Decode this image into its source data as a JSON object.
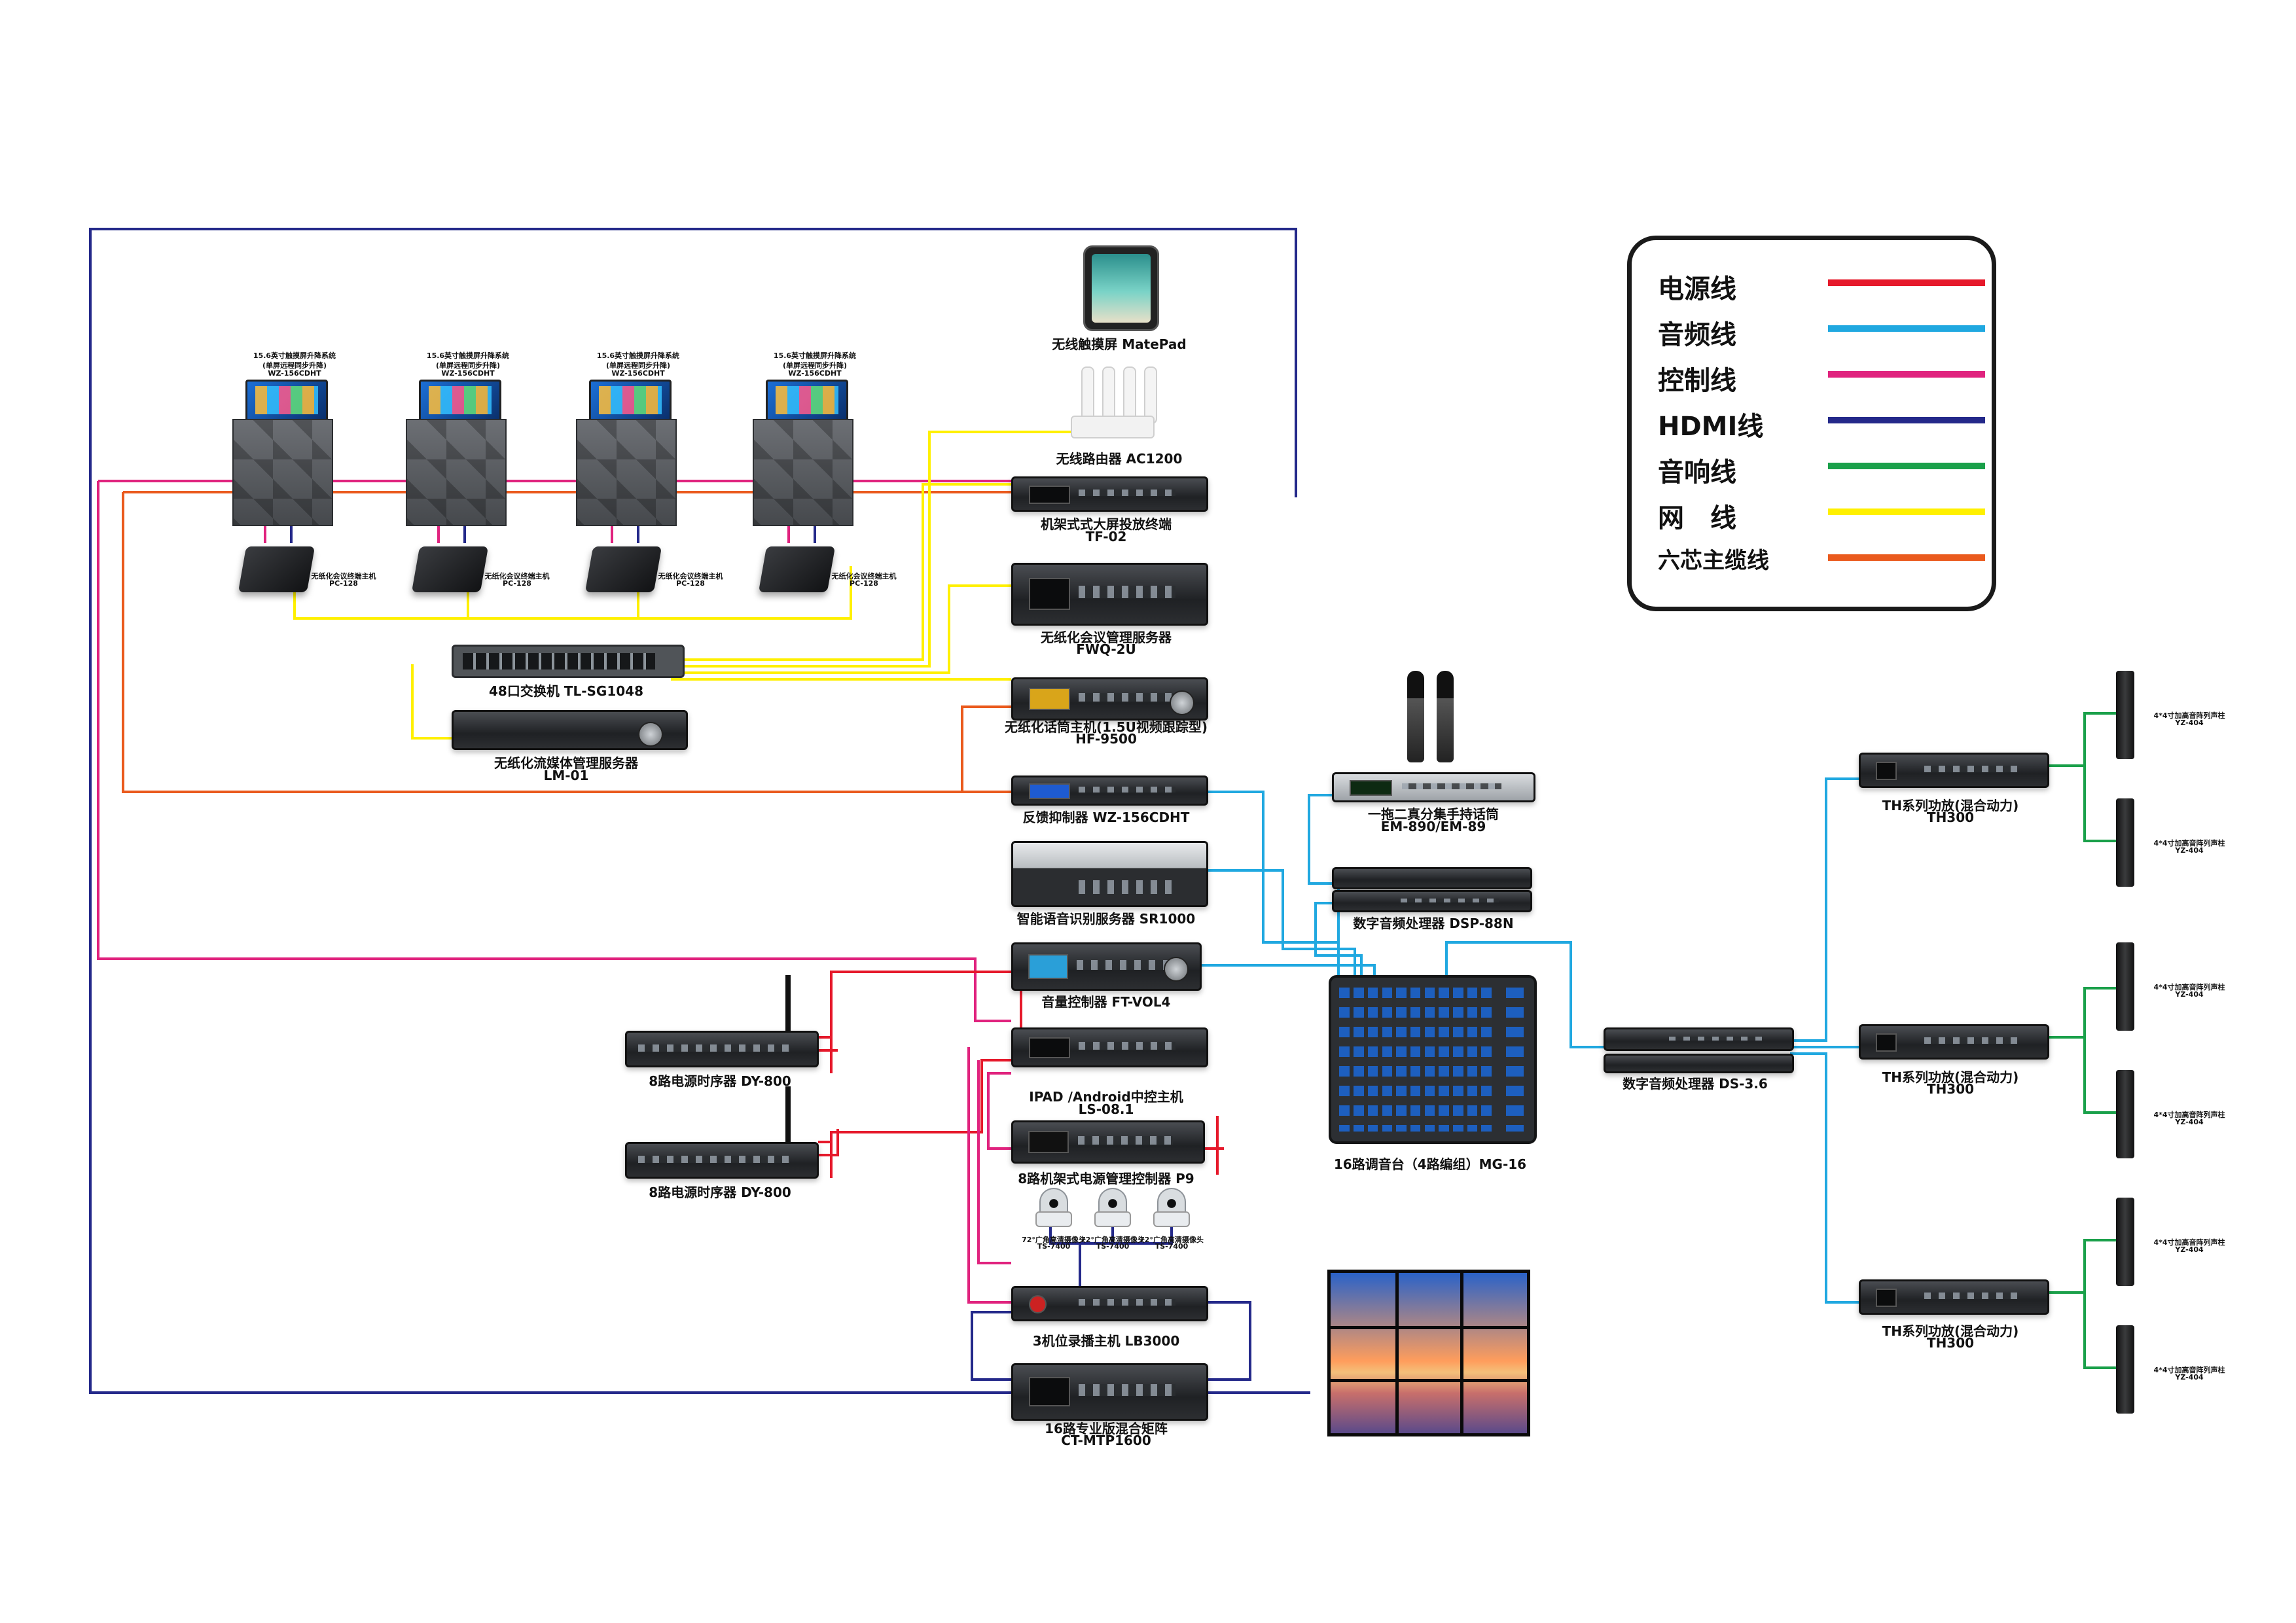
{
  "legend": {
    "items": [
      {
        "label": "电源线",
        "color": "#e6192b"
      },
      {
        "label": "音频线",
        "color": "#20a8e0"
      },
      {
        "label": "控制线",
        "color": "#e0237e"
      },
      {
        "label": "HDMI线",
        "color": "#24298a"
      },
      {
        "label": "音响线",
        "color": "#1aa04a"
      },
      {
        "label": "网　线",
        "color": "#fff000"
      },
      {
        "label": "六芯主缆线",
        "color": "#ea5a1d"
      }
    ]
  },
  "terminals": [
    {
      "title1": "15.6英寸触摸屏升降系统",
      "title2": "(单屏远程同步升降)",
      "model": "WZ-156CDHT",
      "pc_label": "无纸化会议终端主机",
      "pc_model": "PC-128"
    },
    {
      "title1": "15.6英寸触摸屏升降系统",
      "title2": "(单屏远程同步升降)",
      "model": "WZ-156CDHT",
      "pc_label": "无纸化会议终端主机",
      "pc_model": "PC-128"
    },
    {
      "title1": "15.6英寸触摸屏升降系统",
      "title2": "(单屏远程同步升降)",
      "model": "WZ-156CDHT",
      "pc_label": "无纸化会议终端主机",
      "pc_model": "PC-128"
    },
    {
      "title1": "15.6英寸触摸屏升降系统",
      "title2": "(单屏远程同步升降)",
      "model": "WZ-156CDHT",
      "pc_label": "无纸化会议终端主机",
      "pc_model": "PC-128"
    }
  ],
  "devices": {
    "tablet": {
      "name": "无线触摸屏  MatePad"
    },
    "router": {
      "name": "无线路由器  AC1200"
    },
    "tf02": {
      "name": "机架式式大屏投放终端",
      "model": "TF-02"
    },
    "fwq": {
      "name": "无纸化会议管理服务器",
      "model": "FWQ-2U"
    },
    "hf9500": {
      "name": "无纸化话筒主机(1.5U视频跟踪型)",
      "model": "HF-9500"
    },
    "feedback": {
      "name": "反馈抑制器  WZ-156CDHT"
    },
    "switch": {
      "name": "48口交换机  TL-SG1048"
    },
    "lm01": {
      "name": "无纸化流媒体管理服务器",
      "model": "LM-01"
    },
    "sr1000": {
      "name": "智能语音识别服务器  SR1000"
    },
    "vol": {
      "name": "音量控制器  FT-VOL4"
    },
    "ls08": {
      "name": "IPAD /Android中控主机",
      "model": "LS-08.1"
    },
    "p9": {
      "name": "8路机架式电源管理控制器  P9"
    },
    "dy1": {
      "name": "8路电源时序器  DY-800"
    },
    "dy2": {
      "name": "8路电源时序器  DY-800"
    },
    "cam1": {
      "name": "72°广角高清摄像头",
      "model": "TS-7400"
    },
    "cam2": {
      "name": "72°广角高清摄像头",
      "model": "TS-7400"
    },
    "cam3": {
      "name": "72°广角高清摄像头",
      "model": "TS-7400"
    },
    "lb3000": {
      "name": "3机位录播主机  LB3000"
    },
    "matrix": {
      "name": "16路专业版混合矩阵",
      "model": "CT-MTP1600"
    },
    "mic": {
      "name": "一拖二真分集手持话筒",
      "model": "EM-890/EM-89"
    },
    "dsp88": {
      "name": "数字音频处理器  DSP-88N"
    },
    "mixer": {
      "name": "16路调音台（4路编组）MG-16"
    },
    "ds36": {
      "name": "数字音频处理器  DS-3.6"
    },
    "amp1": {
      "name": "TH系列功放(混合动力)",
      "model": "TH300"
    },
    "amp2": {
      "name": "TH系列功放(混合动力)",
      "model": "TH300"
    },
    "amp3": {
      "name": "TH系列功放(混合动力)",
      "model": "TH300"
    },
    "spk": {
      "name": "4*4寸加高音阵列声柱",
      "model": "YZ-404"
    }
  }
}
